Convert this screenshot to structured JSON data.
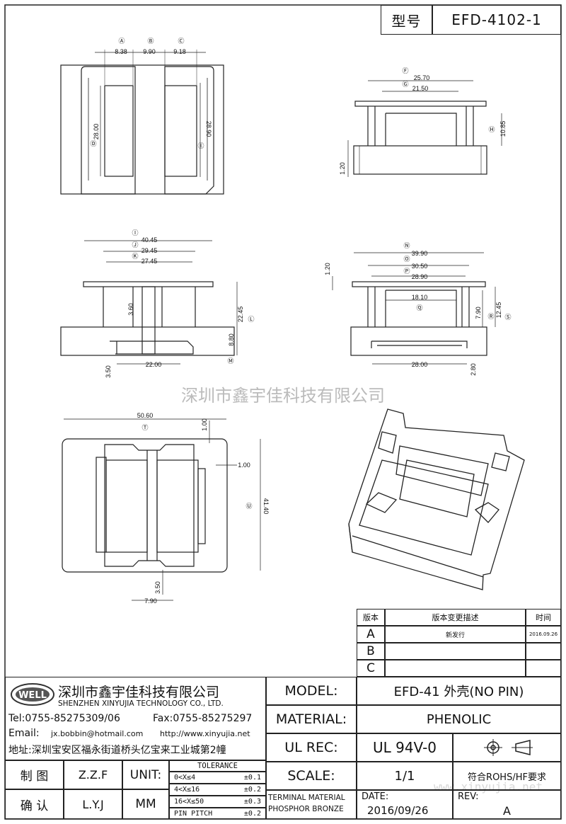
{
  "header": {
    "type_label": "型号",
    "part_no": "EFD-4102-1"
  },
  "watermark": "深圳市鑫宇佳科技有限公司",
  "url_watermark": "www.xinyujia.net",
  "dims": {
    "top_view": {
      "a": "8.38",
      "b": "9.90",
      "c": "9.18",
      "h_left": "28.00",
      "h_right": "28.90",
      "ca": "Ⓐ",
      "cb": "Ⓑ",
      "cc": "Ⓒ",
      "cd": "Ⓓ",
      "ce": "Ⓔ"
    },
    "side_right": {
      "f": "25.70",
      "g": "21.50",
      "h": "10.85",
      "h2": "1.20",
      "cf": "Ⓕ",
      "cg": "Ⓖ",
      "ch": "Ⓗ"
    },
    "front_left": {
      "i": "40.45",
      "j": "29.45",
      "k": "27.45",
      "m1": "3.60",
      "l": "22.45",
      "m2": "8.80",
      "bot1": "3.50",
      "bot2": "22.00",
      "ci": "Ⓘ",
      "cj": "Ⓙ",
      "ck": "Ⓚ",
      "cl": "Ⓛ",
      "cm": "Ⓜ"
    },
    "front_right": {
      "n": "39.90",
      "o": "30.50",
      "p": "28.90",
      "top": "1.20",
      "q": "18.10",
      "r": "7.90",
      "s": "12.45",
      "bot": "28.00",
      "b2": "2.80",
      "cn": "Ⓝ",
      "co": "Ⓞ",
      "cp": "Ⓟ",
      "cq": "Ⓠ",
      "cr": "Ⓡ",
      "cs": "Ⓢ"
    },
    "bottom_view": {
      "t": "50.60",
      "t1": "1.00",
      "t2": "1.00",
      "u": "41.40",
      "v1": "3.50",
      "v2": "7.90",
      "ct": "Ⓣ",
      "cu": "Ⓤ"
    }
  },
  "revisions": {
    "headers": [
      "版本",
      "版本变更描述",
      "时间"
    ],
    "rows": [
      {
        "ver": "A",
        "desc": "新发行",
        "date": "2016.09.26"
      },
      {
        "ver": "B",
        "desc": "",
        "date": ""
      },
      {
        "ver": "C",
        "desc": "",
        "date": ""
      }
    ]
  },
  "company": {
    "logo": "WELL",
    "name_cn": "深圳市鑫宇佳科技有限公司",
    "name_en": "SHENZHEN XINYUJIA TECHNOLOGY CO., LTD.",
    "tel": "Tel:0755-85275309/06",
    "fax": "Fax:0755-85275297",
    "email_label": "Email:",
    "email": "jx.bobbin@hotmail.com",
    "web": "http://www.xinyujia.net",
    "address": "地址:深圳宝安区福永街道桥头亿宝来工业城第2幢"
  },
  "title_block": {
    "model_label": "MODEL:",
    "model": "EFD-41 外壳(NO PIN)",
    "material_label": "MATERIAL:",
    "material": "PHENOLIC",
    "ulrec_label": "UL REC:",
    "ulrec": "UL 94V-0",
    "scale_label": "SCALE:",
    "scale": "1/1",
    "rohs": "符合ROHS/HF要求",
    "terminal_material_label": "TERMINAL MATERIAL",
    "terminal_material": "PHOSPHOR BRONZE",
    "date_label": "DATE:",
    "date": "2016/09/26",
    "rev_label": "REV:",
    "rev": "A",
    "drawn_label": "制 图",
    "drawn": "Z.Z.F",
    "check_label": "确 认",
    "check": "L.Y.J",
    "unit_label": "UNIT:",
    "unit": "MM",
    "tolerance_title": "TOLERANCE",
    "tolerances": [
      {
        "range": "0<X≤4",
        "val": "±0.1"
      },
      {
        "range": "4<X≤16",
        "val": "±0.2"
      },
      {
        "range": "16<X≤50",
        "val": "±0.3"
      },
      {
        "range": "PIN PITCH",
        "val": "±0.2"
      }
    ]
  }
}
